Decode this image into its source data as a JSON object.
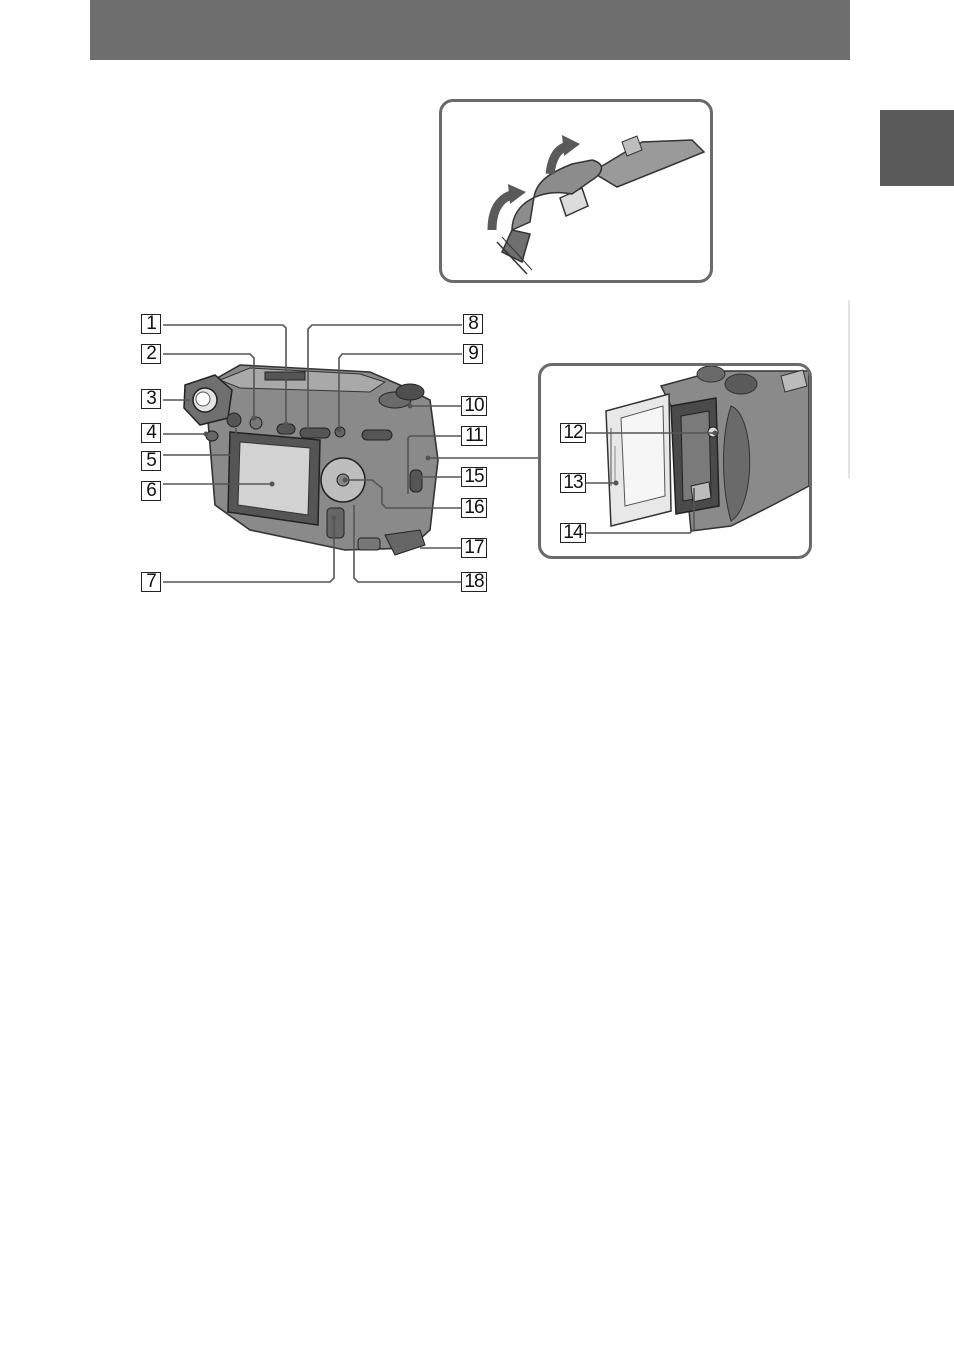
{
  "callouts": [
    {
      "id": 1,
      "label": "1"
    },
    {
      "id": 2,
      "label": "2"
    },
    {
      "id": 3,
      "label": "3"
    },
    {
      "id": 4,
      "label": "4"
    },
    {
      "id": 5,
      "label": "5"
    },
    {
      "id": 6,
      "label": "6"
    },
    {
      "id": 7,
      "label": "7"
    },
    {
      "id": 8,
      "label": "8"
    },
    {
      "id": 9,
      "label": "9"
    },
    {
      "id": 10,
      "label": "10"
    },
    {
      "id": 11,
      "label": "11"
    },
    {
      "id": 12,
      "label": "12"
    },
    {
      "id": 13,
      "label": "13"
    },
    {
      "id": 14,
      "label": "14"
    },
    {
      "id": 15,
      "label": "15"
    },
    {
      "id": 16,
      "label": "16"
    },
    {
      "id": 17,
      "label": "17"
    },
    {
      "id": 18,
      "label": "18"
    }
  ],
  "colors": {
    "header_bar": "#6e6e6e",
    "side_tab": "#5a5a5a",
    "camera_body": "#8a8a8a",
    "camera_dark": "#5c5c5c",
    "line": "#555555"
  }
}
